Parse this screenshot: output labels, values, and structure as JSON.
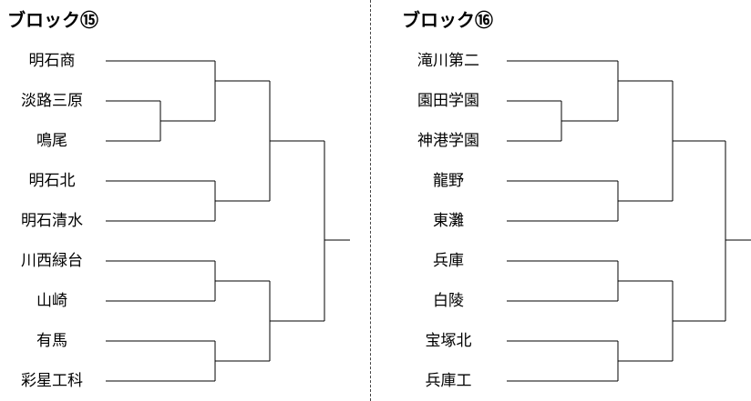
{
  "blocks": [
    {
      "title": "ブロック⑮",
      "teams": [
        "明石商",
        "淡路三原",
        "鳴尾",
        "明石北",
        "明石清水",
        "川西緑台",
        "山崎",
        "有馬",
        "彩星工科"
      ]
    },
    {
      "title": "ブロック⑯",
      "teams": [
        "滝川第二",
        "園田学園",
        "神港学園",
        "龍野",
        "東灘",
        "兵庫",
        "白陵",
        "宝塚北",
        "兵庫工"
      ]
    }
  ]
}
